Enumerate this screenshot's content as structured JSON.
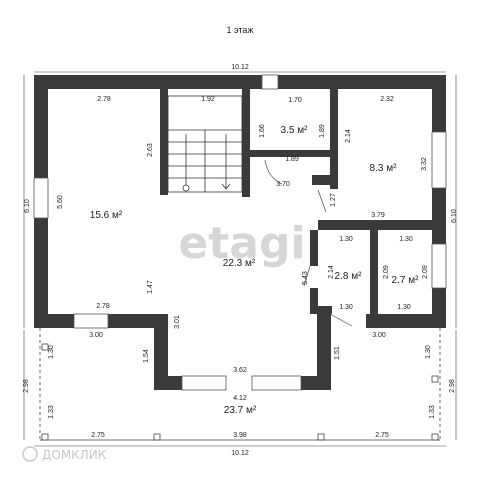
{
  "floor_title": "1 этаж",
  "areas": {
    "living": "15.6 м²",
    "hall": "22.3 м²",
    "small_top": "3.5 м²",
    "room_right": "8.3 м²",
    "bath1": "2.8 м²",
    "bath2": "2.7 м²",
    "terrace": "23.7 м²"
  },
  "dimensions": {
    "top_total": "10.12",
    "bottom_total": "10.12",
    "left_side": "6.10",
    "right_side": "6.10",
    "living_width": "2.78",
    "living_depth": "5.60",
    "living_inner": "2.63",
    "stair_width": "1.92",
    "small_top_width": "1.70",
    "small_top_depth_left": "1.66",
    "small_top_depth_right": "1.89",
    "small_bottom_width": "1.89",
    "corridor": "3.70",
    "room_right_width": "2.32",
    "room_right_depth_left": "2.14",
    "room_right_depth_right": "3.32",
    "room_right_bottom": "3.79",
    "door_gap": "1.27",
    "bath1_width": "1.30",
    "bath2_width": "1.30",
    "bath1_depth": "2.14",
    "bath_mid1": "2.09",
    "bath_mid2": "2.09",
    "bath1_bottom": "1.30",
    "bath2_bottom": "1.30",
    "bath_wall": "5.43",
    "hall_left": "1.47",
    "bay_left_width": "2.78",
    "bay_left_bottom": "3.00",
    "hall_depth": "3.01",
    "bay_left_depth": "1.54",
    "hall_bottom": "3.62",
    "hall_right_depth": "1.51",
    "bay_right_bottom": "3.00",
    "terrace_total_width": "4.12",
    "terrace_left_top": "1.30",
    "terrace_right_top": "1.30",
    "terrace_left_total": "2.98",
    "terrace_right_total": "2.98",
    "terrace_left_bottom": "1.33",
    "terrace_right_bottom": "1.33",
    "terrace_bottom_left": "2.75",
    "terrace_bottom_mid": "3.98",
    "terrace_bottom_right": "2.75"
  },
  "watermarks": {
    "center": "etagi",
    "bottom_left": "ДОМКЛИК"
  },
  "colors": {
    "wall": "#3a3a3a",
    "window": "#ffffff",
    "line": "#333333",
    "text": "#222222",
    "watermark": "#d6d6d6"
  }
}
